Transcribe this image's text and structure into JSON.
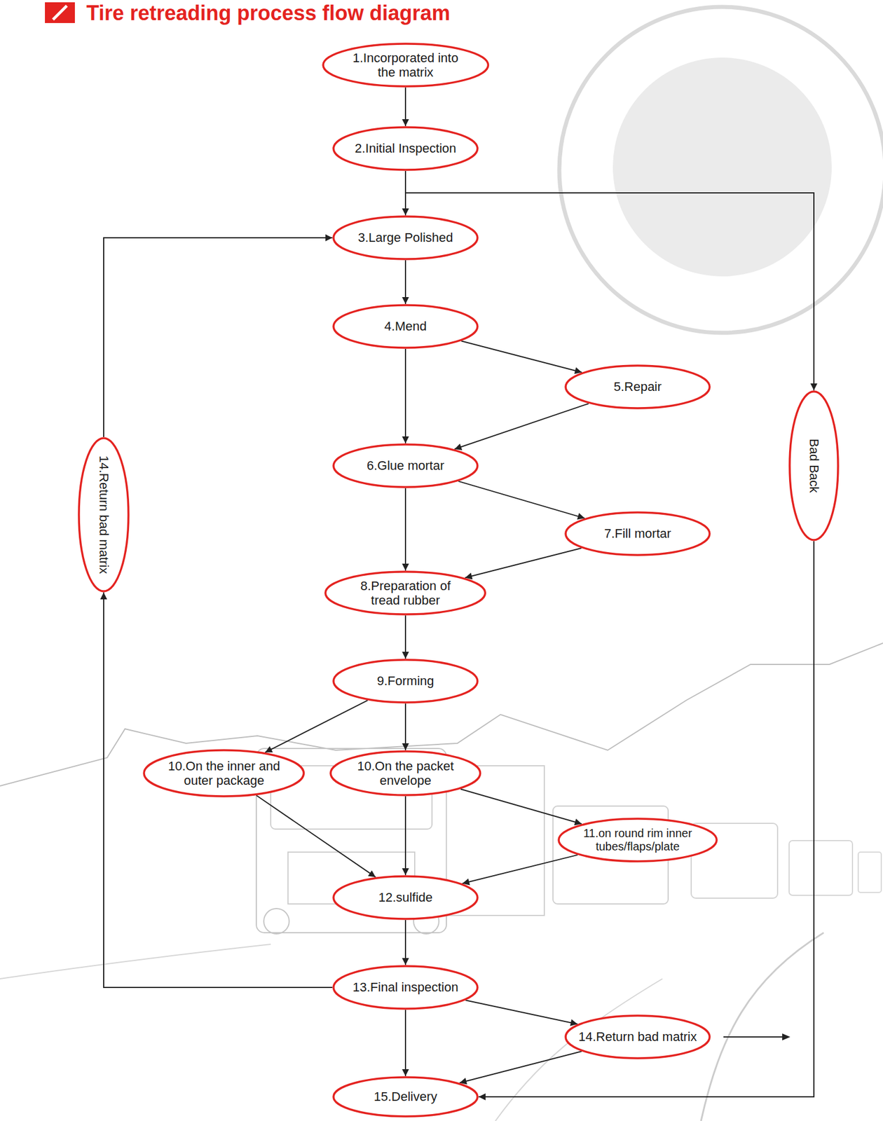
{
  "diagram": {
    "title": "Tire retreading process flow diagram",
    "nodes": [
      {
        "text": [
          "1.Incorporated into the matrix"
        ]
      },
      {
        "text": [
          "2.Initial Inspection"
        ]
      },
      {
        "text": [
          "3.Large Polished"
        ]
      },
      {
        "text": [
          "4.Mend"
        ]
      },
      {
        "text": [
          "5.Repair"
        ]
      },
      {
        "text": [
          "Bad Back"
        ]
      },
      {
        "text": [
          "14.Return bad matrix"
        ]
      },
      {
        "text": [
          "6.Glue mortar"
        ]
      },
      {
        "text": [
          "7.Fill mortar"
        ]
      },
      {
        "text": [
          "8.Preparation of tread rubber"
        ]
      },
      {
        "text": [
          "9.Forming"
        ]
      },
      {
        "text": [
          "10.On the inner and outer package"
        ]
      },
      {
        "text": [
          "10.On the packet envelope"
        ]
      },
      {
        "text": [
          "11.on round rim inner tubes/flaps/plate"
        ]
      },
      {
        "text": [
          "12.sulfide"
        ]
      },
      {
        "text": [
          "13.Final inspection"
        ]
      },
      {
        "text": [
          "14.Return bad matrix"
        ]
      },
      {
        "text": [
          "15.Delivery"
        ]
      }
    ],
    "edges": [
      {
        "from": 0,
        "to": 1,
        "arrow": "to"
      },
      {
        "from": 1,
        "to": 2,
        "arrow": "to"
      },
      {
        "from": 1,
        "to": 5,
        "arrow": "to"
      },
      {
        "from": 2,
        "to": 3,
        "arrow": "to"
      },
      {
        "from": 3,
        "to": 4,
        "arrow": "to"
      },
      {
        "from": 3,
        "to": 7,
        "arrow": "to"
      },
      {
        "from": 4,
        "to": 7,
        "arrow": "to"
      },
      {
        "from": 7,
        "to": 8,
        "arrow": "to"
      },
      {
        "from": 7,
        "to": 9,
        "arrow": "to"
      },
      {
        "from": 8,
        "to": 9,
        "arrow": "to"
      },
      {
        "from": 9,
        "to": 10,
        "arrow": "to"
      },
      {
        "from": 10,
        "to": 11,
        "arrow": "to"
      },
      {
        "from": 10,
        "to": 12,
        "arrow": "to"
      },
      {
        "from": 11,
        "to": 14,
        "arrow": "to"
      },
      {
        "from": 12,
        "to": 14,
        "arrow": "to"
      },
      {
        "from": 12,
        "to": 13,
        "arrow": "to"
      },
      {
        "from": 13,
        "to": 14,
        "arrow": "to"
      },
      {
        "from": 14,
        "to": 15,
        "arrow": "to"
      },
      {
        "from": 15,
        "to": 6,
        "arrow": "to"
      },
      {
        "from": 6,
        "to": 2,
        "arrow": "to"
      },
      {
        "from": 15,
        "to": 16,
        "arrow": "to"
      },
      {
        "from": 15,
        "to": 17,
        "arrow": "to"
      },
      {
        "from": 16,
        "to": 17,
        "arrow": "to"
      },
      {
        "from": 5,
        "to": 17,
        "arrow": "to"
      }
    ]
  }
}
